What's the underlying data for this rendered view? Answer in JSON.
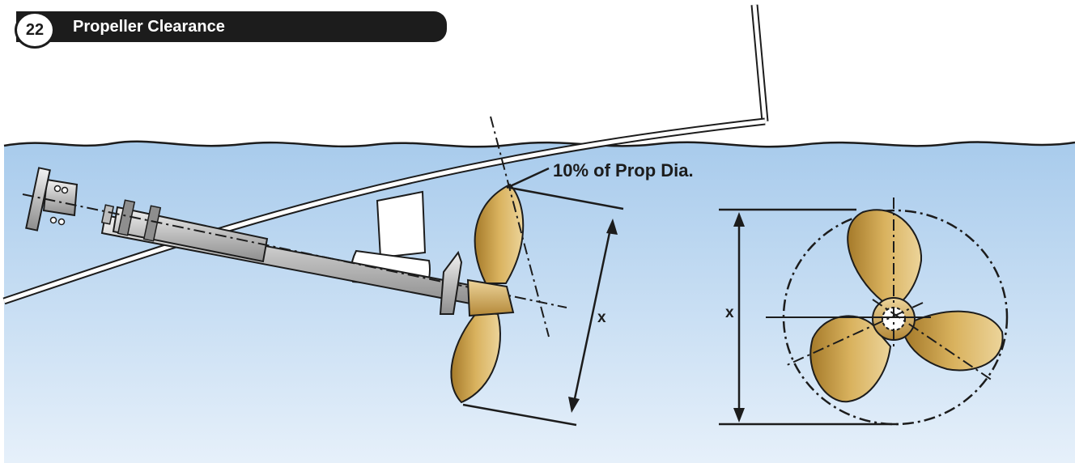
{
  "header": {
    "number": "22",
    "title": "Propeller Clearance"
  },
  "annotations": {
    "clearance": "10% of Prop Dia.",
    "side_diameter": "x",
    "front_diameter": "x"
  },
  "colors": {
    "header_bg": "#1c1c1c",
    "water_top": "#a8cbec",
    "water_bottom": "#e6f0fa",
    "bronze_light": "#ecd49a",
    "bronze_dark": "#a57a2a",
    "shaft": "#c9c9c9",
    "outline": "#1c1c1c"
  }
}
